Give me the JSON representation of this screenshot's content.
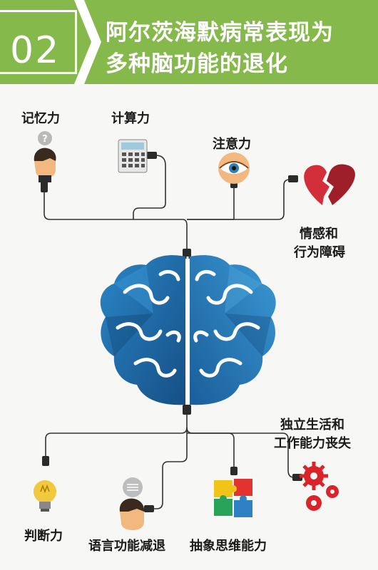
{
  "header": {
    "number": "02",
    "title_line1": "阿尔茨海默病常表现为",
    "title_line2": "多种脑功能的退化"
  },
  "functions": {
    "memory": "记忆力",
    "calculation": "计算力",
    "attention": "注意力",
    "emotion_line1": "情感和",
    "emotion_line2": "行为障碍",
    "independence_line1": "独立生活和",
    "independence_line2": "工作能力丧失",
    "judgment": "判断力",
    "language": "语言功能减退",
    "abstract_thinking": "抽象思维能力"
  },
  "colors": {
    "banner_green": "#86b94b",
    "brain_blue": "#1f6fb0",
    "heart_red": "#d22f3b",
    "gear_red": "#d9252a"
  }
}
